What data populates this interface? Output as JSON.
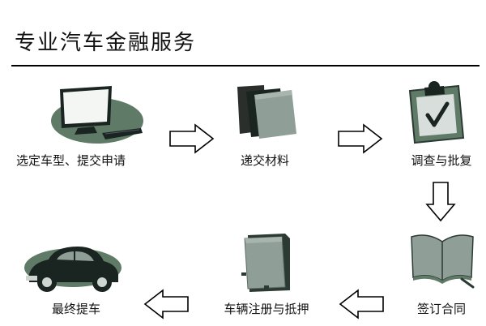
{
  "header": {
    "title": "专业汽车金融服务"
  },
  "steps": [
    {
      "label": "选定车型、提交申请",
      "icon": "computer-monitor-icon"
    },
    {
      "label": "递交材料",
      "icon": "documents-icon"
    },
    {
      "label": "调查与批复",
      "icon": "clipboard-check-icon"
    },
    {
      "label": "签订合同",
      "icon": "open-book-icon"
    },
    {
      "label": "车辆注册与抵押",
      "icon": "folder-icon"
    },
    {
      "label": "最终提车",
      "icon": "vintage-car-icon"
    }
  ],
  "colors": {
    "icon_fill": "#8a9a90",
    "icon_dark": "#2c3a34",
    "icon_green": "#5f7a66",
    "arrow_stroke": "#000000"
  }
}
